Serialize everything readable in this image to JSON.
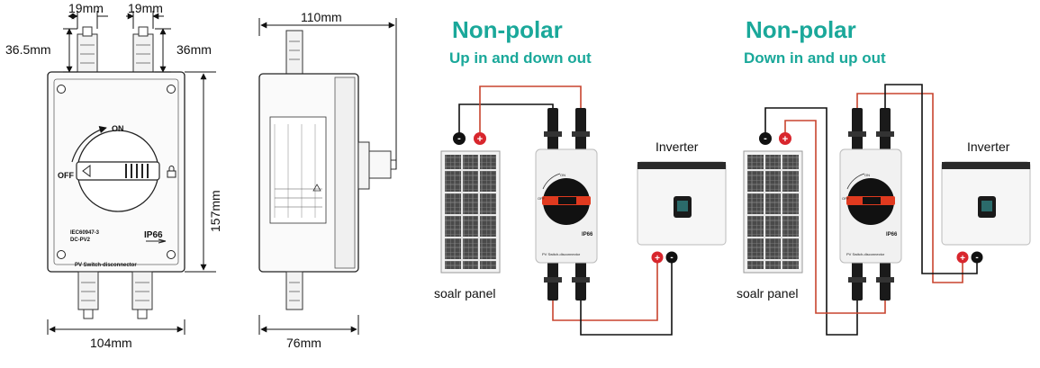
{
  "left_drawing": {
    "dims": {
      "top_left_width": "19mm",
      "top_right_width": "19mm",
      "left_height": "36.5mm",
      "right_height": "36mm",
      "body_height": "157mm",
      "body_width": "104mm"
    },
    "labels": {
      "on": "ON",
      "off": "OFF",
      "standard": "IEC60947-3",
      "category": "DC-PV2",
      "ip": "IP66",
      "name": "PV Switch-disconnector"
    }
  },
  "side_drawing": {
    "dims": {
      "top_width": "110mm",
      "bottom_width": "76mm"
    }
  },
  "diagram1": {
    "title": "Non-polar",
    "subtitle": "Up in and down out",
    "panel_label": "soalr panel",
    "inverter_label": "Inverter",
    "minus": "-",
    "plus": "+",
    "on": "ON",
    "off": "OFF",
    "ip": "IP66",
    "name": "PV Switch-disconnector"
  },
  "diagram2": {
    "title": "Non-polar",
    "subtitle": "Down in and up out",
    "panel_label": "soalr panel",
    "inverter_label": "Inverter",
    "minus": "-",
    "plus": "+",
    "on": "ON",
    "off": "OFF",
    "ip": "IP66",
    "name": "PV Switch-disconnector"
  },
  "colors": {
    "accent": "#1aa89a",
    "positive": "#d8262d",
    "wire_red": "#c8442e",
    "wire_black": "#111111",
    "switch_red": "#e03a1f"
  }
}
